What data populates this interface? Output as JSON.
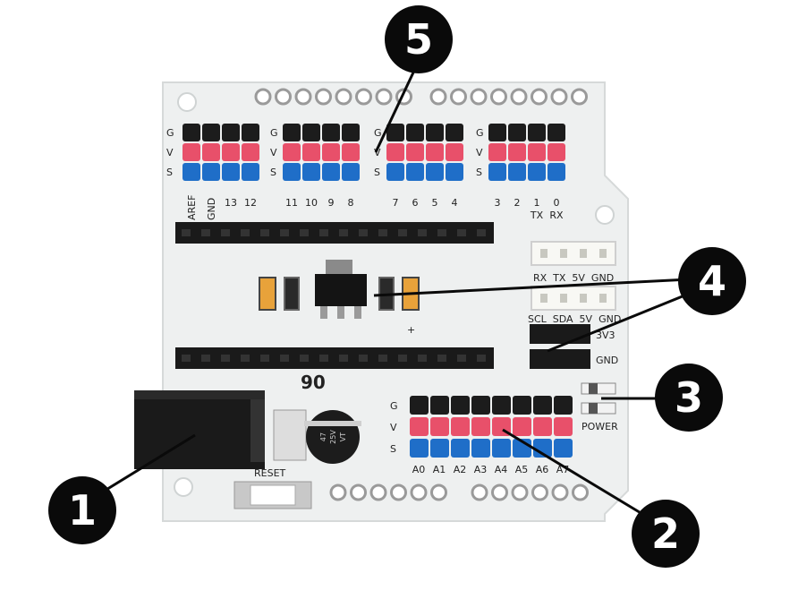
{
  "board": {
    "row_labels": [
      "G",
      "V",
      "S"
    ],
    "digital_headers": [
      {
        "pins": [
          "AREF",
          "GND",
          "13",
          "12"
        ]
      },
      {
        "pins": [
          "11",
          "10",
          "9",
          "8"
        ]
      },
      {
        "pins": [
          "7",
          "6",
          "5",
          "4"
        ]
      },
      {
        "pins": [
          "3",
          "2",
          "1",
          "0"
        ],
        "sub": [
          "",
          "",
          "TX",
          "RX"
        ]
      }
    ],
    "analog_pins": [
      "A0",
      "A1",
      "A2",
      "A3",
      "A4",
      "A5",
      "A6",
      "A7"
    ],
    "uart_label": "RX  TX  5V  GND",
    "i2c_label": "SCL  SDA  5V  GND",
    "label_3v3": "3V3",
    "label_gnd": "GND",
    "label_power": "POWER",
    "label_reset": "RESET",
    "label_logo": "90",
    "capacitor_text": [
      "47",
      "25V",
      "VT"
    ],
    "colors": {
      "board": "#eef0f0",
      "header_black": "#1c1c1c",
      "header_red": "#e8506a",
      "header_blue": "#1f6ec8",
      "callout": "#0a0a0a"
    }
  },
  "callouts": [
    {
      "label": "1",
      "meaning": ""
    },
    {
      "label": "2",
      "meaning": ""
    },
    {
      "label": "3",
      "meaning": ""
    },
    {
      "label": "4",
      "meaning": ""
    },
    {
      "label": "5",
      "meaning": ""
    }
  ]
}
